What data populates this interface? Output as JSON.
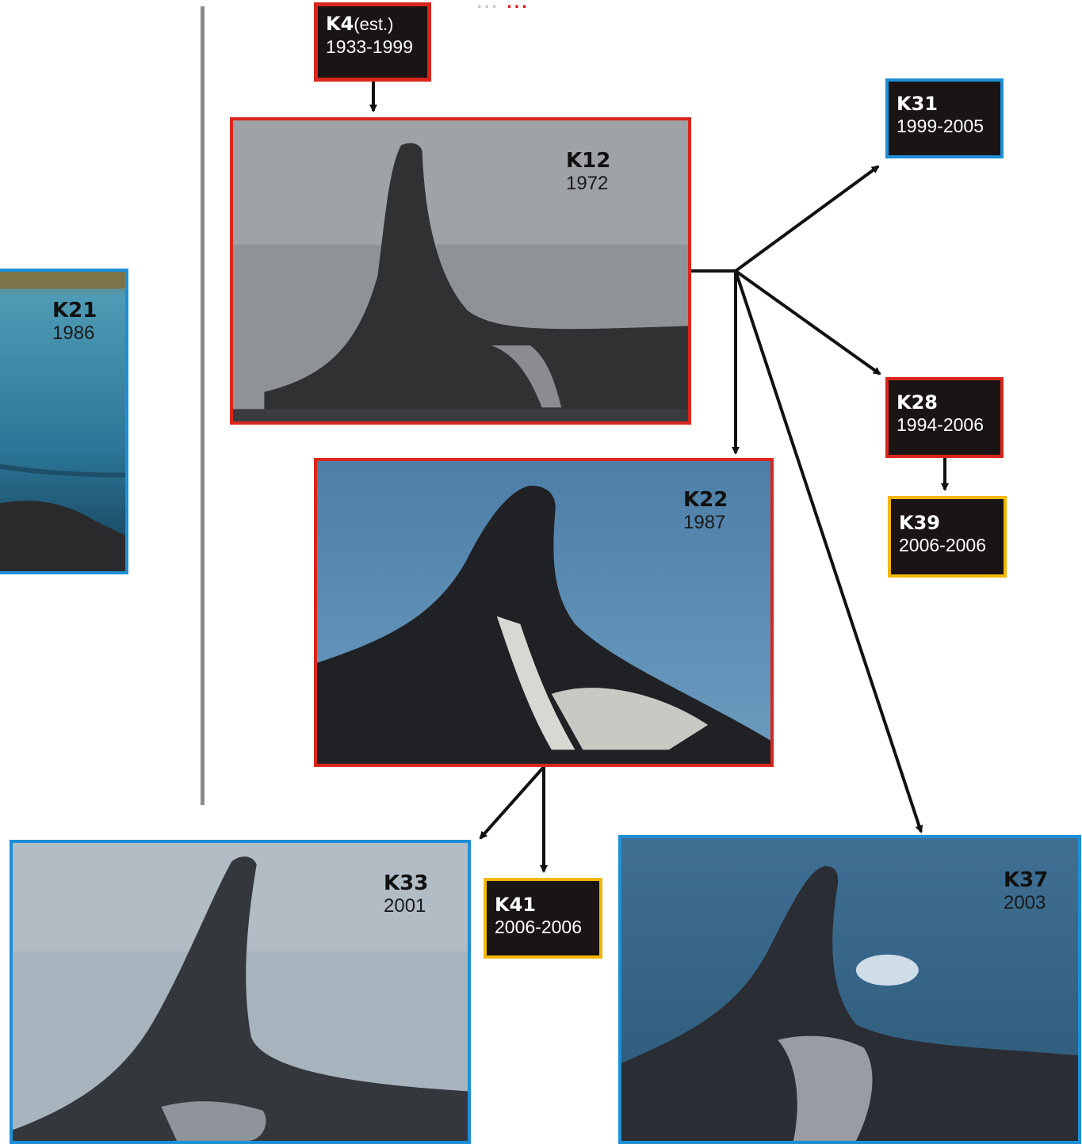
{
  "title": {
    "prefix": "...",
    "highlight": "..."
  },
  "colors": {
    "female": "#d9261c",
    "male": "#1e8fd6",
    "deceased_young": "#f2b705"
  },
  "whales": {
    "k21": {
      "id": "K21",
      "years": "1986"
    },
    "k4": {
      "id": "K4",
      "note": "(est.)",
      "years": "1933-1999"
    },
    "k12": {
      "id": "K12",
      "years": "1972"
    },
    "k31": {
      "id": "K31",
      "years": "1999-2005"
    },
    "k28": {
      "id": "K28",
      "years": "1994-2006"
    },
    "k39": {
      "id": "K39",
      "years": "2006-2006"
    },
    "k22": {
      "id": "K22",
      "years": "1987"
    },
    "k33": {
      "id": "K33",
      "years": "2001"
    },
    "k41": {
      "id": "K41",
      "years": "2006-2006"
    },
    "k37": {
      "id": "K37",
      "years": "2003"
    }
  },
  "icons": [
    "dorsal-fin-photo",
    "arrow"
  ]
}
